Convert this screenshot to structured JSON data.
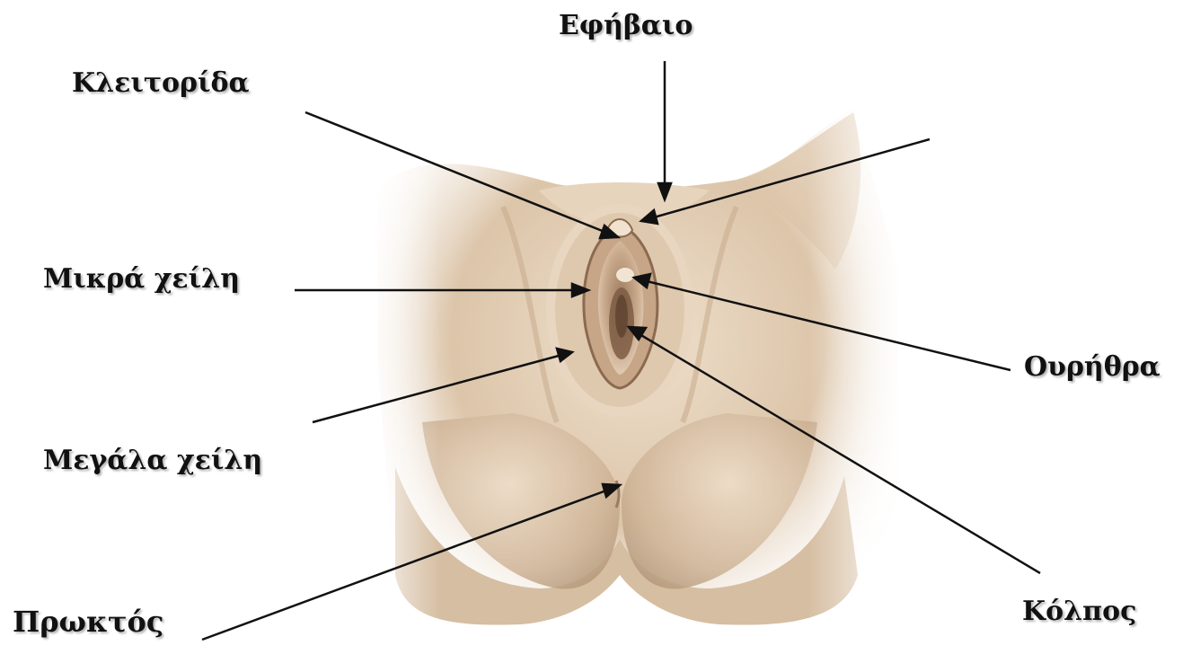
{
  "labels": {
    "mons_pubis": "Εφήβαιο",
    "clitoris": "Κλειτορίδα",
    "labia_minora": "Μικρά χείλη",
    "urethra": "Ουρήθρα",
    "labia_majora": "Μεγάλα χείλη",
    "vagina": "Κόλπος",
    "anus": "Πρωκτός"
  },
  "colors": {
    "skin_light": "#efe3d3",
    "skin_mid": "#d9c2a6",
    "skin_shadow": "#b89c7e",
    "inner": "#8a6a52",
    "line": "#111111"
  }
}
